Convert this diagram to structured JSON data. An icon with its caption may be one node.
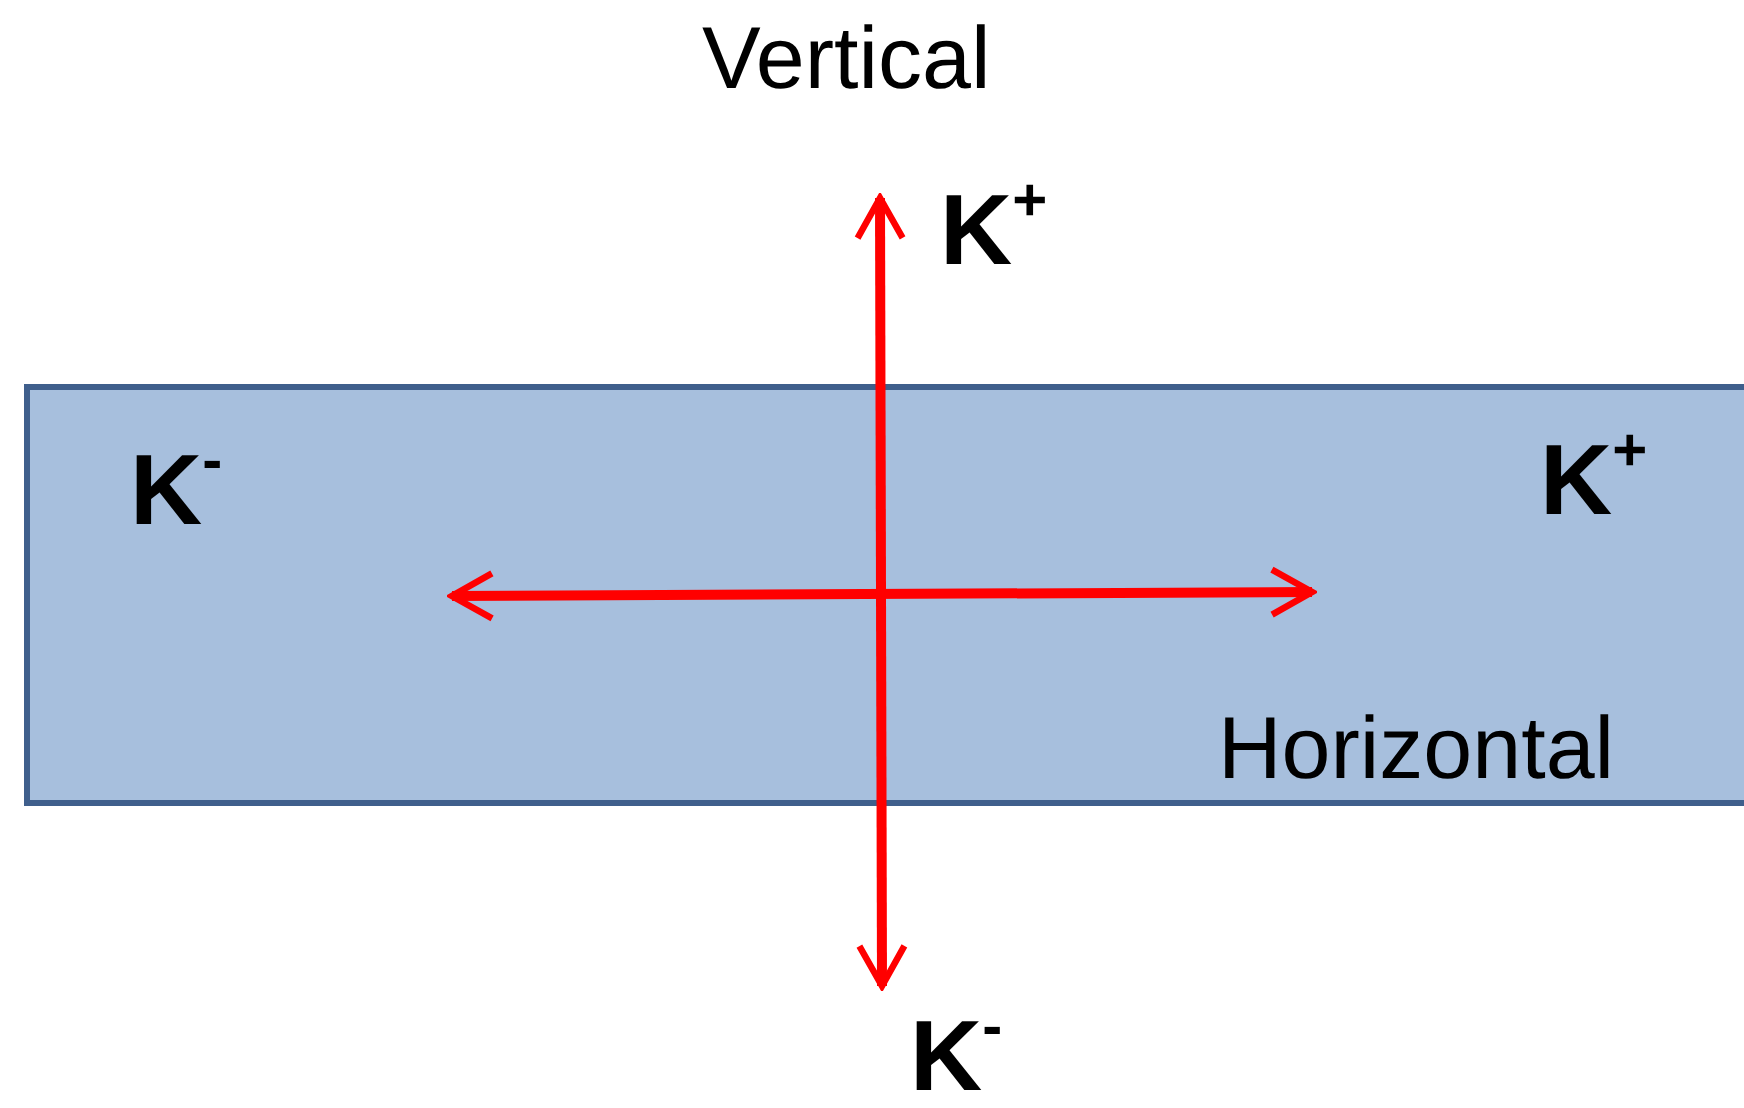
{
  "diagram": {
    "nodes": [
      {
        "text": [
          "K$^{-}$",
          "K$^{+}$",
          "Horizontal"
        ]
      }
    ],
    "labels": [
      "Vertical",
      "K$^{+}$",
      "K$^{-}$"
    ]
  }
}
